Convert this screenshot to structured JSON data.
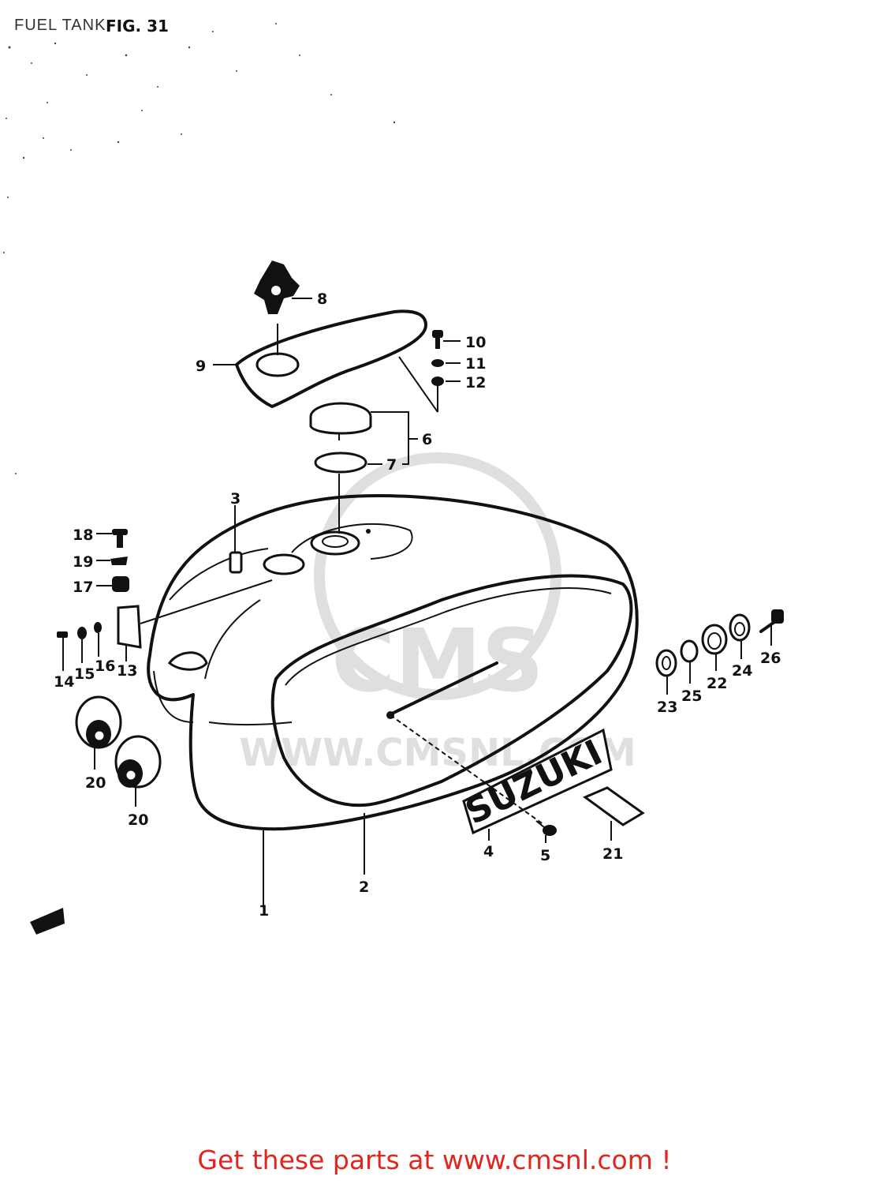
{
  "header": {
    "title": "FUEL TANK",
    "figure": "FIG. 31"
  },
  "diagram": {
    "watermark": "CMS",
    "watermark_url": "WWW.CMSNL.COM",
    "tank_decal": "SUZUKI",
    "direction_icon": "FWD",
    "callouts": [
      "1",
      "2",
      "3",
      "4",
      "5",
      "6",
      "7",
      "8",
      "9",
      "10",
      "11",
      "12",
      "13",
      "14",
      "15",
      "16",
      "17",
      "18",
      "19",
      "20",
      "20",
      "21",
      "22",
      "23",
      "24",
      "25",
      "26"
    ]
  },
  "footer": {
    "cta": "Get these parts at www.cmsnl.com !"
  },
  "colors": {
    "line": "#111111",
    "footer": "#e0261d",
    "watermark": "#d8d8d8"
  }
}
